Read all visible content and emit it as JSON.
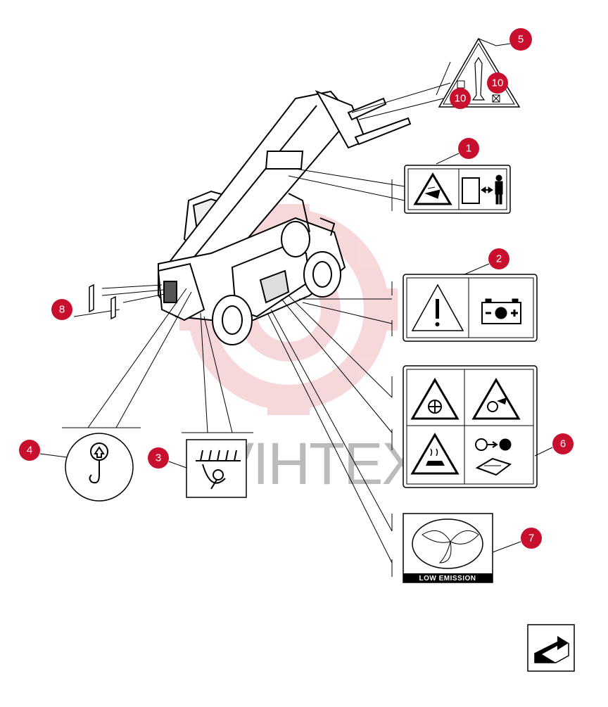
{
  "watermark": "VIHTEX",
  "callouts": [
    {
      "id": "callout-1",
      "label": "1"
    },
    {
      "id": "callout-2",
      "label": "2"
    },
    {
      "id": "callout-3",
      "label": "3"
    },
    {
      "id": "callout-4",
      "label": "4"
    },
    {
      "id": "callout-5",
      "label": "5"
    },
    {
      "id": "callout-6",
      "label": "6"
    },
    {
      "id": "callout-7",
      "label": "7"
    },
    {
      "id": "callout-8",
      "label": "8"
    },
    {
      "id": "callout-10a",
      "label": "10"
    },
    {
      "id": "callout-10b",
      "label": "10"
    }
  ],
  "decals": {
    "low_emission_text": "LOW EMISSION"
  },
  "icons": [
    "warning-triangle-icon",
    "crush-hazard-icon",
    "keep-distance-icon",
    "battery-icon",
    "fan-hazard-icon",
    "belt-hazard-icon",
    "hot-surface-icon",
    "key-manual-icon",
    "hook-icon",
    "lift-point-icon",
    "tie-down-icon",
    "low-emission-logo",
    "next-page-icon"
  ],
  "colors": {
    "callout": "#c8102e",
    "watermark": "#e7b6bb",
    "line": "#000000"
  }
}
